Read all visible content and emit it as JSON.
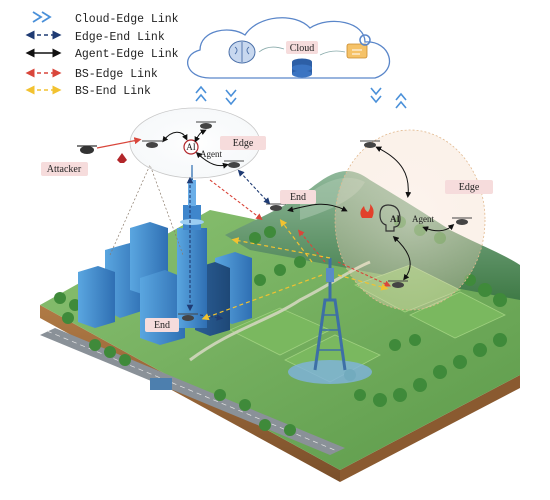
{
  "legend": {
    "items": [
      {
        "label": "Cloud-Edge Link"
      },
      {
        "label": "Edge-End Link"
      },
      {
        "label": "Agent-Edge Link"
      },
      {
        "label": "BS-Edge Link"
      },
      {
        "label": "BS-End Link"
      }
    ]
  },
  "cloud": {
    "label": "Cloud"
  },
  "labels": {
    "attacker": "Attacker",
    "edge_left": "Edge",
    "agent_left": "Agent",
    "edge_right": "Edge",
    "agent_right": "Agent",
    "end_top": "End",
    "end_bottom": "End",
    "ai_left": "AI",
    "ai_right": "AI"
  },
  "colors": {
    "cloud_edge": "#4a90d9",
    "edge_end": "#1f3b73",
    "agent_edge": "#111111",
    "bs_edge": "#d9463b",
    "bs_end": "#f2c230",
    "label_box": "#f6dcdc"
  }
}
